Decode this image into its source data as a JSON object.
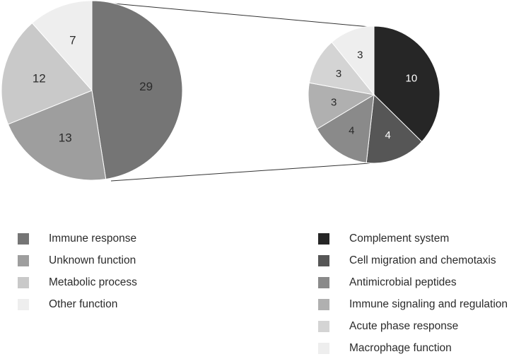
{
  "chart_data": [
    {
      "type": "pie",
      "name": "main-pie",
      "title": "",
      "categories": [
        "Immune response",
        "Unknown function",
        "Metabolic process",
        "Other function"
      ],
      "values": [
        29,
        13,
        12,
        7
      ],
      "labels": [
        "29",
        "13",
        "12",
        "7"
      ],
      "colors": [
        "#757575",
        "#9e9e9e",
        "#c9c9c9",
        "#eeeeee"
      ],
      "label_colors": [
        "#2b2b2b",
        "#2b2b2b",
        "#2b2b2b",
        "#2b2b2b"
      ],
      "total": 61,
      "start_angle_deg": 0,
      "direction": "clockwise",
      "legend_position": "bottom-left",
      "grid": false
    },
    {
      "type": "pie",
      "name": "exploded-pie",
      "title": "",
      "categories": [
        "Complement system",
        "Cell migration and chemotaxis",
        "Antimicrobial peptides",
        "Immune signaling and regulation",
        "Acute phase response",
        "Macrophage function"
      ],
      "values": [
        10,
        4,
        4,
        3,
        3,
        3
      ],
      "labels": [
        "10",
        "4",
        "4",
        "3",
        "3",
        "3"
      ],
      "colors": [
        "#262626",
        "#565656",
        "#8a8a8a",
        "#b0b0b0",
        "#d4d4d4",
        "#eeeeee"
      ],
      "label_colors": [
        "#ffffff",
        "#ffffff",
        "#2b2b2b",
        "#2b2b2b",
        "#2b2b2b",
        "#2b2b2b"
      ],
      "total": 27,
      "start_angle_deg": 0,
      "direction": "clockwise",
      "legend_position": "bottom-right",
      "grid": false,
      "exploded_from": "Immune response"
    }
  ],
  "legend_left": {
    "items": [
      {
        "label": "Immune response",
        "color": "#757575"
      },
      {
        "label": "Unknown function",
        "color": "#9e9e9e"
      },
      {
        "label": "Metabolic process",
        "color": "#c9c9c9"
      },
      {
        "label": "Other function",
        "color": "#eeeeee"
      }
    ]
  },
  "legend_right": {
    "items": [
      {
        "label": "Complement system",
        "color": "#262626"
      },
      {
        "label": "Cell migration and chemotaxis",
        "color": "#565656"
      },
      {
        "label": "Antimicrobial peptides",
        "color": "#8a8a8a"
      },
      {
        "label": "Immune signaling and regulation",
        "color": "#b0b0b0"
      },
      {
        "label": "Acute phase response",
        "color": "#d4d4d4"
      },
      {
        "label": "Macrophage function",
        "color": "#eeeeee"
      }
    ]
  },
  "connectors": {
    "color": "#333333",
    "width": 1
  }
}
